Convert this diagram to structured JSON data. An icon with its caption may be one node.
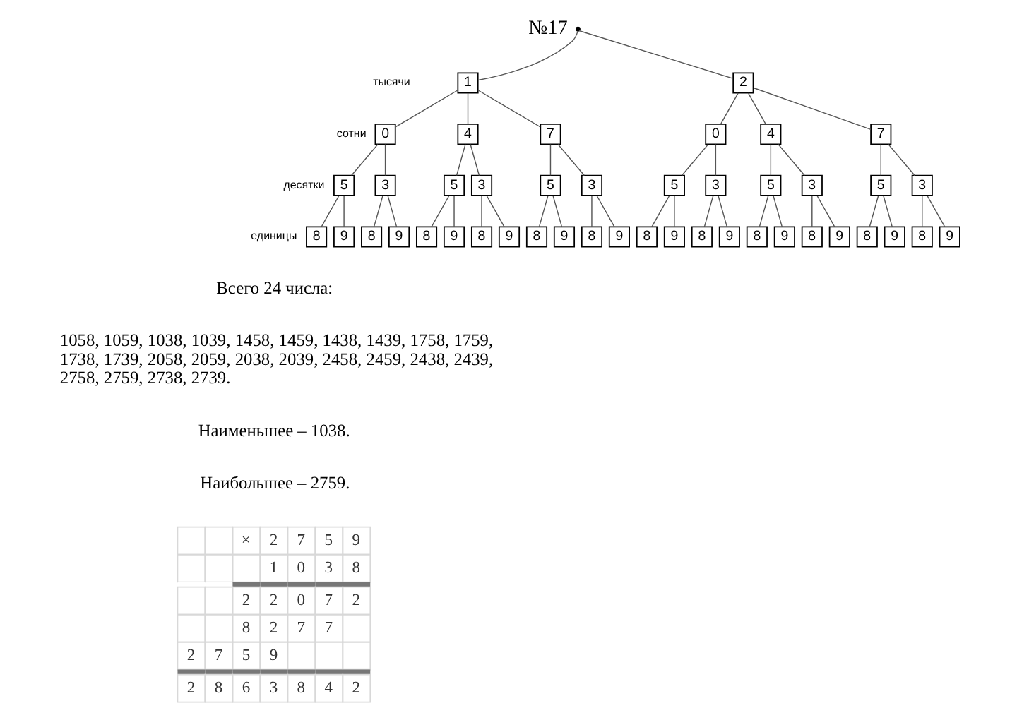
{
  "diagram": {
    "nodes": [
      {
        "text": [],
        "shape": "point"
      },
      {
        "text": [
          "1"
        ]
      },
      {
        "text": [
          "2"
        ]
      },
      {
        "text": [
          "0"
        ]
      },
      {
        "text": [
          "4"
        ]
      },
      {
        "text": [
          "7"
        ]
      },
      {
        "text": [
          "0"
        ]
      },
      {
        "text": [
          "4"
        ]
      },
      {
        "text": [
          "7"
        ]
      },
      {
        "text": [
          "5"
        ]
      },
      {
        "text": [
          "3"
        ]
      },
      {
        "text": [
          "5"
        ]
      },
      {
        "text": [
          "3"
        ]
      },
      {
        "text": [
          "5"
        ]
      },
      {
        "text": [
          "3"
        ]
      },
      {
        "text": [
          "5"
        ]
      },
      {
        "text": [
          "3"
        ]
      },
      {
        "text": [
          "5"
        ]
      },
      {
        "text": [
          "3"
        ]
      },
      {
        "text": [
          "5"
        ]
      },
      {
        "text": [
          "3"
        ]
      },
      {
        "text": [
          "8"
        ]
      },
      {
        "text": [
          "9"
        ]
      },
      {
        "text": [
          "8"
        ]
      },
      {
        "text": [
          "9"
        ]
      },
      {
        "text": [
          "8"
        ]
      },
      {
        "text": [
          "9"
        ]
      },
      {
        "text": [
          "8"
        ]
      },
      {
        "text": [
          "9"
        ]
      },
      {
        "text": [
          "8"
        ]
      },
      {
        "text": [
          "9"
        ]
      },
      {
        "text": [
          "8"
        ]
      },
      {
        "text": [
          "9"
        ]
      },
      {
        "text": [
          "8"
        ]
      },
      {
        "text": [
          "9"
        ]
      },
      {
        "text": [
          "8"
        ]
      },
      {
        "text": [
          "9"
        ]
      },
      {
        "text": [
          "8"
        ]
      },
      {
        "text": [
          "9"
        ]
      },
      {
        "text": [
          "8"
        ]
      },
      {
        "text": [
          "9"
        ]
      },
      {
        "text": [
          "8"
        ]
      },
      {
        "text": [
          "9"
        ]
      },
      {
        "text": [
          "8"
        ]
      },
      {
        "text": [
          "9"
        ]
      }
    ],
    "edges": [
      {
        "from": 0,
        "to": 1,
        "arrow": "none"
      },
      {
        "from": 0,
        "to": 2,
        "arrow": "none"
      },
      {
        "from": 1,
        "to": 3,
        "arrow": "none"
      },
      {
        "from": 1,
        "to": 4,
        "arrow": "none"
      },
      {
        "from": 1,
        "to": 5,
        "arrow": "none"
      },
      {
        "from": 2,
        "to": 6,
        "arrow": "none"
      },
      {
        "from": 2,
        "to": 7,
        "arrow": "none"
      },
      {
        "from": 2,
        "to": 8,
        "arrow": "none"
      },
      {
        "from": 3,
        "to": 9,
        "arrow": "none"
      },
      {
        "from": 3,
        "to": 10,
        "arrow": "none"
      },
      {
        "from": 4,
        "to": 11,
        "arrow": "none"
      },
      {
        "from": 4,
        "to": 12,
        "arrow": "none"
      },
      {
        "from": 5,
        "to": 13,
        "arrow": "none"
      },
      {
        "from": 5,
        "to": 14,
        "arrow": "none"
      },
      {
        "from": 6,
        "to": 15,
        "arrow": "none"
      },
      {
        "from": 6,
        "to": 16,
        "arrow": "none"
      },
      {
        "from": 7,
        "to": 17,
        "arrow": "none"
      },
      {
        "from": 7,
        "to": 18,
        "arrow": "none"
      },
      {
        "from": 8,
        "to": 19,
        "arrow": "none"
      },
      {
        "from": 8,
        "to": 20,
        "arrow": "none"
      },
      {
        "from": 9,
        "to": 21,
        "arrow": "none"
      },
      {
        "from": 9,
        "to": 22,
        "arrow": "none"
      },
      {
        "from": 10,
        "to": 23,
        "arrow": "none"
      },
      {
        "from": 10,
        "to": 24,
        "arrow": "none"
      },
      {
        "from": 11,
        "to": 25,
        "arrow": "none"
      },
      {
        "from": 11,
        "to": 26,
        "arrow": "none"
      },
      {
        "from": 12,
        "to": 27,
        "arrow": "none"
      },
      {
        "from": 12,
        "to": 28,
        "arrow": "none"
      },
      {
        "from": 13,
        "to": 29,
        "arrow": "none"
      },
      {
        "from": 13,
        "to": 30,
        "arrow": "none"
      },
      {
        "from": 14,
        "to": 31,
        "arrow": "none"
      },
      {
        "from": 14,
        "to": 32,
        "arrow": "none"
      },
      {
        "from": 15,
        "to": 33,
        "arrow": "none"
      },
      {
        "from": 15,
        "to": 34,
        "arrow": "none"
      },
      {
        "from": 16,
        "to": 35,
        "arrow": "none"
      },
      {
        "from": 16,
        "to": 36,
        "arrow": "none"
      },
      {
        "from": 17,
        "to": 37,
        "arrow": "none"
      },
      {
        "from": 17,
        "to": 38,
        "arrow": "none"
      },
      {
        "from": 18,
        "to": 39,
        "arrow": "none"
      },
      {
        "from": 18,
        "to": 40,
        "arrow": "none"
      },
      {
        "from": 19,
        "to": 41,
        "arrow": "none"
      },
      {
        "from": 19,
        "to": 42,
        "arrow": "none"
      },
      {
        "from": 20,
        "to": 43,
        "arrow": "none"
      },
      {
        "from": 20,
        "to": 44,
        "arrow": "none"
      }
    ],
    "labels": [
      "№17",
      "тысячи",
      "сотни",
      "десятки",
      "единицы",
      "Всего 24 числа:",
      "1058, 1059, 1038, 1039, 1458, 1459, 1438, 1439, 1758, 1759, 1738, 1739, 2058, 2059, 2038, 2039, 2458, 2459, 2438, 2439, 2758, 2759, 2738, 2739.",
      "Наименьшее – 1038.",
      "Наибольшее – 2759.",
      "×",
      "2",
      "7",
      "5",
      "9",
      "1",
      "0",
      "3",
      "8",
      "2",
      "2",
      "0",
      "7",
      "2",
      "8",
      "2",
      "7",
      "7",
      "2",
      "7",
      "5",
      "9",
      "2",
      "8",
      "6",
      "3",
      "8",
      "4",
      "2"
    ]
  }
}
